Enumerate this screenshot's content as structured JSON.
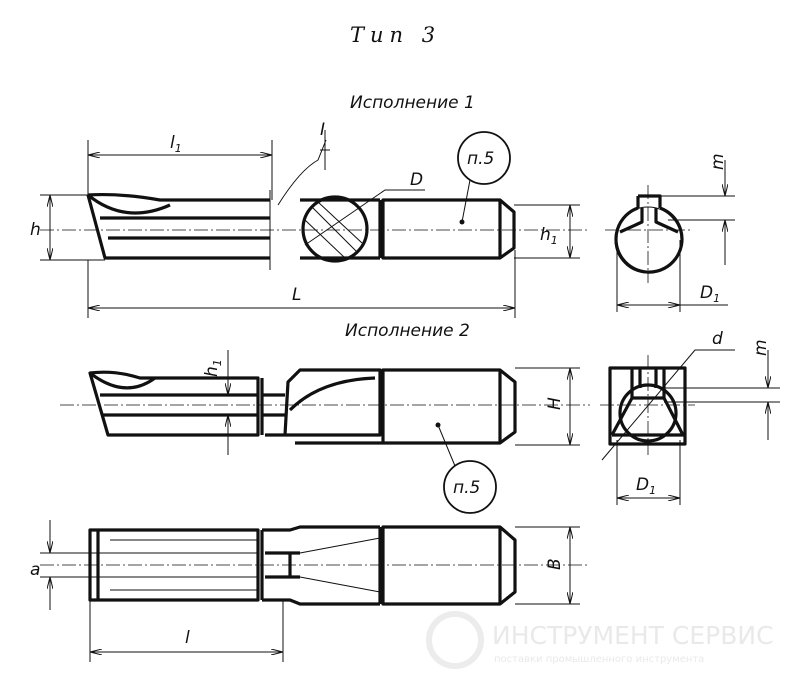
{
  "title": "Тип 3",
  "views": {
    "variant1": "Исполнение 1",
    "variant2": "Исполнение 2"
  },
  "labels": {
    "l1": {
      "main": "l",
      "sub": "1"
    },
    "D": "D",
    "note1": "п.5",
    "h": "h",
    "h1_v1": {
      "main": "h",
      "sub": "1"
    },
    "L": "L",
    "section": "I",
    "m_v1": "m",
    "D1_v1": {
      "main": "D",
      "sub": "1"
    },
    "h1_v2": {
      "main": "h",
      "sub": "1"
    },
    "H": "H",
    "d": "d",
    "m_v2": "m",
    "note2": "п.5",
    "D1_v2": {
      "main": "D",
      "sub": "1"
    },
    "a": "a",
    "B": "B",
    "l": "l"
  },
  "watermark": {
    "name": "ИНСТРУМЕНТ СЕРВИС",
    "tagline": "поставки промышленного инструмента"
  }
}
